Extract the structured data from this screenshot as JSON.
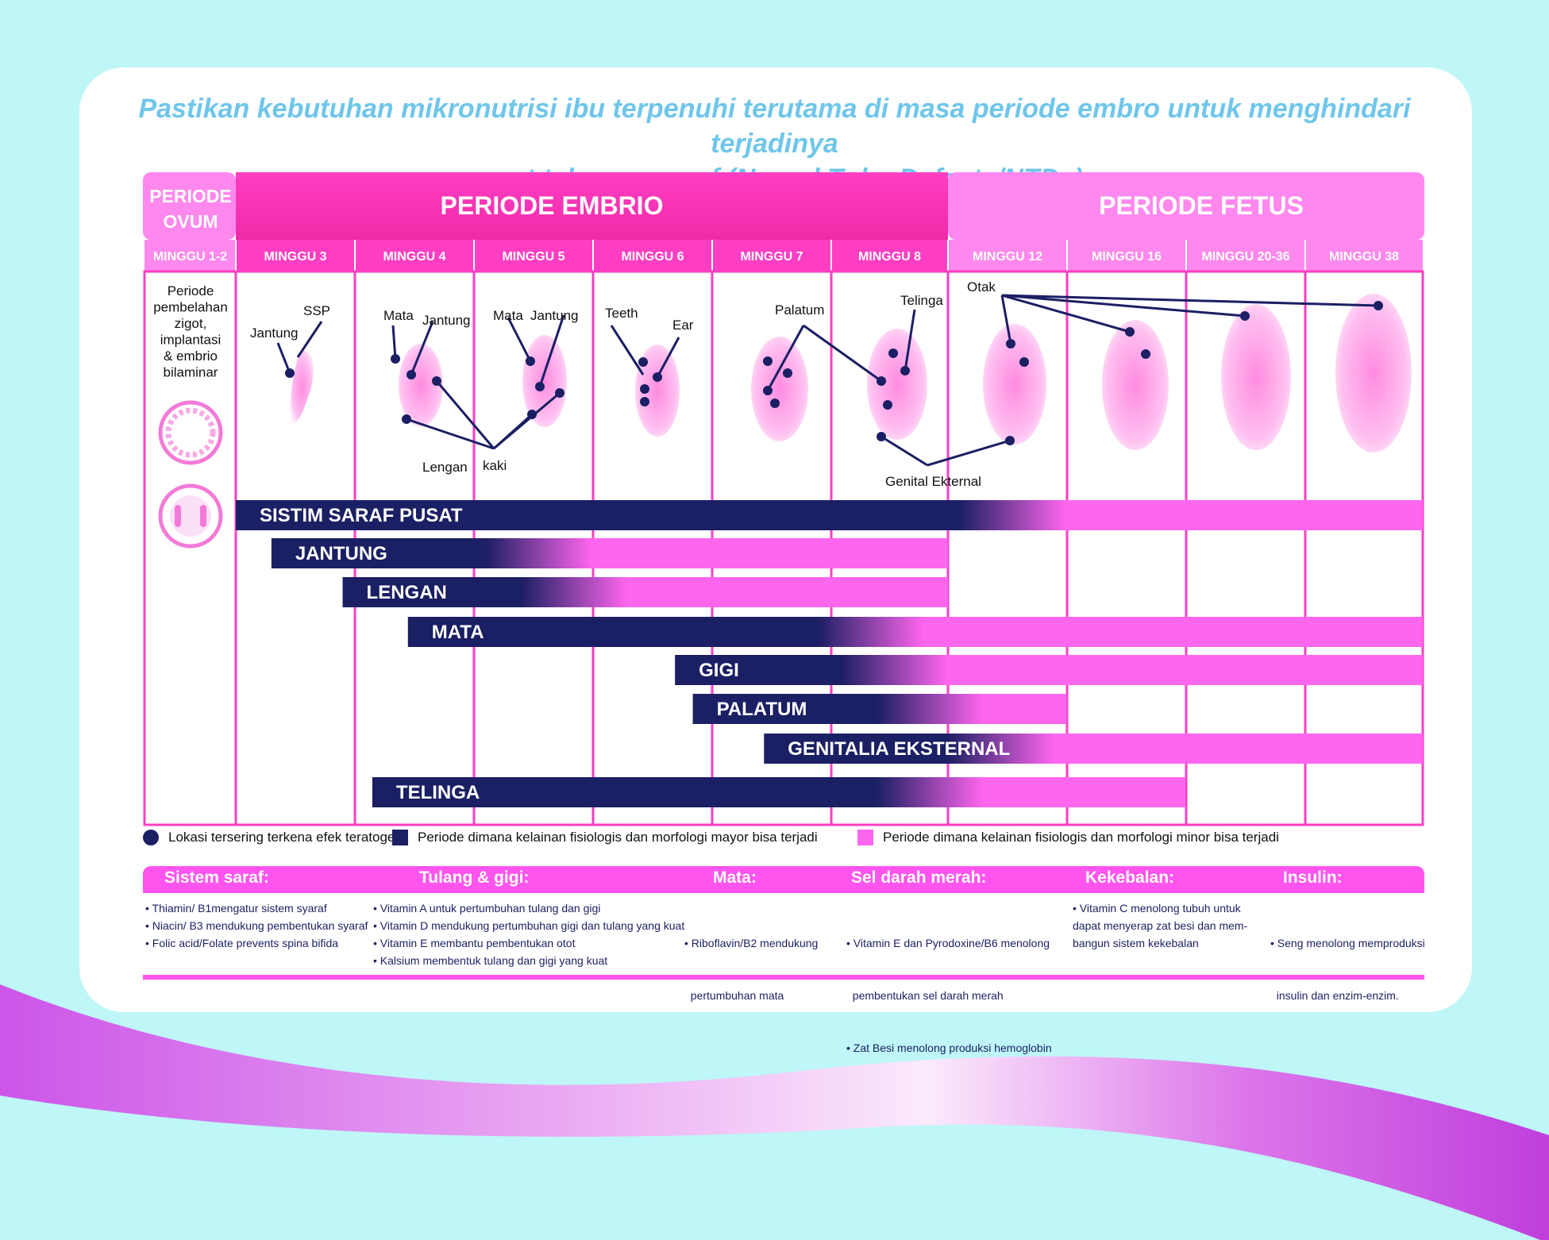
{
  "title": {
    "line1": "Pastikan kebutuhan mikronutrisi ibu terpenuhi terutama di masa periode embro untuk menghindari terjadinya",
    "line2": "cacat tabung syaraf (Neural Tube Defects/NTDs)"
  },
  "periods": {
    "ovum_line1": "PERIODE",
    "ovum_line2": "OVUM",
    "embrio": "PERIODE EMBRIO",
    "fetus": "PERIODE FETUS"
  },
  "weeks": [
    "MINGGU 1-2",
    "MINGGU 3",
    "MINGGU 4",
    "MINGGU 5",
    "MINGGU 6",
    "MINGGU 7",
    "MINGGU 8",
    "MINGGU 12",
    "MINGGU 16",
    "MINGGU 20-36",
    "MINGGU 38"
  ],
  "ovum_text": [
    "Periode",
    "pembelahan",
    "zigot,",
    "implantasi",
    "& embrio",
    "bilaminar"
  ],
  "organ_labels": [
    "Jantung",
    "SSP",
    "Mata",
    "Jantung",
    "Mata",
    "Jantung",
    "Lengan",
    "kaki",
    "Teeth",
    "Ear",
    "Palatum",
    "Telinga",
    "Otak",
    "Genital Ekternal"
  ],
  "colors": {
    "navy": "#1b1f63",
    "magenta": "#ff3ec3",
    "fetus_pink": "#ff88ee",
    "minor_pink": "#ff66ee",
    "title_blue": "#6fc6ea",
    "background": "#bff6f8"
  },
  "chart_data": {
    "type": "timeline",
    "stages": [
      "MINGGU 3",
      "MINGGU 4",
      "MINGGU 5",
      "MINGGU 6",
      "MINGGU 7",
      "MINGGU 8",
      "MINGGU 12",
      "MINGGU 16",
      "MINGGU 20-36",
      "MINGGU 38"
    ],
    "bars": [
      {
        "name": "SISTIM SARAF PUSAT",
        "start": 0.0,
        "major_end": 7.0,
        "end": 10.0
      },
      {
        "name": "JANTUNG",
        "start": 0.3,
        "major_end": 3.0,
        "end": 6.0
      },
      {
        "name": "LENGAN",
        "start": 0.9,
        "major_end": 3.3,
        "end": 6.0
      },
      {
        "name": "MATA",
        "start": 1.45,
        "major_end": 5.8,
        "end": 10.0
      },
      {
        "name": "GIGI",
        "start": 3.7,
        "major_end": 6.0,
        "end": 10.0
      },
      {
        "name": "PALATUM",
        "start": 3.85,
        "major_end": 6.3,
        "end": 7.0
      },
      {
        "name": "GENITALIA EKSTERNAL",
        "start": 4.45,
        "major_end": 6.9,
        "end": 10.0
      },
      {
        "name": "TELINGA",
        "start": 1.15,
        "major_end": 6.3,
        "end": 8.0
      }
    ]
  },
  "legend": {
    "dot": "Lokasi tersering terkena efek teratogen",
    "major": "Periode dimana kelainan fisiologis dan morfologi mayor bisa terjadi",
    "minor": "Periode dimana kelainan fisiologis dan morfologi minor bisa terjadi"
  },
  "nutrition": [
    {
      "heading": "Sistem saraf:",
      "items": [
        "• Thiamin/ B1mengatur sistem syaraf",
        "• Niacin/ B3 mendukung pembentukan syaraf",
        "• Folic acid/Folate prevents spina bifida"
      ]
    },
    {
      "heading": "Tulang & gigi:",
      "items": [
        "• Vitamin A untuk pertumbuhan tulang dan gigi",
        "• Vitamin D mendukung pertumbuhan gigi dan tulang yang kuat",
        "• Vitamin E membantu pembentukan otot",
        "• Kalsium membentuk tulang dan gigi yang kuat"
      ]
    },
    {
      "heading": "Mata:",
      "items": [
        "• Riboflavin/B2 mendukung",
        "  pertumbuhan mata"
      ]
    },
    {
      "heading": "Sel darah merah:",
      "items": [
        "• Vitamin E dan Pyrodoxine/B6 menolong",
        "  pembentukan sel darah merah",
        "• Zat Besi menolong produksi hemoglobin"
      ]
    },
    {
      "heading": "Kekebalan:",
      "items": [
        "• Vitamin C menolong tubuh untuk",
        "dapat menyerap zat besi dan mem-",
        "bangun sistem kekebalan"
      ]
    },
    {
      "heading": "Insulin:",
      "items": [
        "• Seng menolong memproduksi",
        "  insulin dan enzim-enzim."
      ]
    }
  ]
}
